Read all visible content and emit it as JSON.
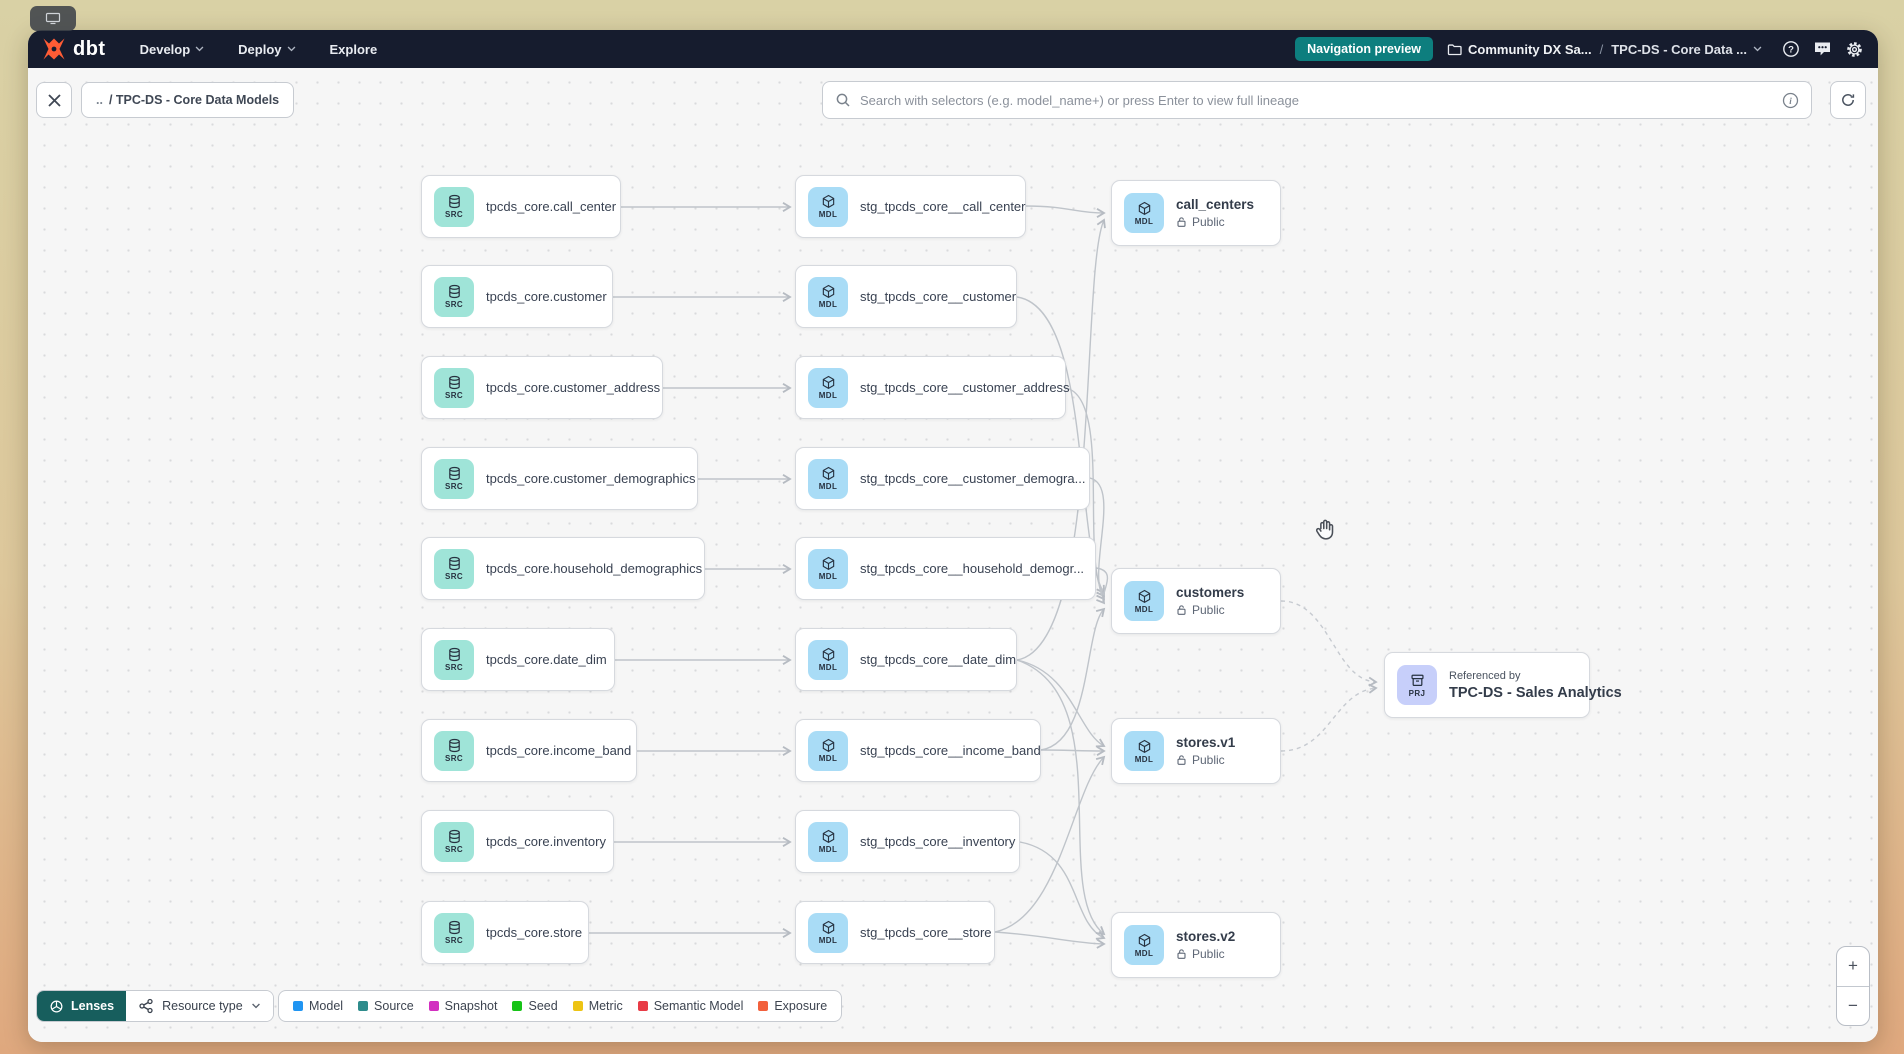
{
  "navbar": {
    "logo_text": "dbt",
    "menu": [
      {
        "label": "Develop"
      },
      {
        "label": "Deploy"
      },
      {
        "label": "Explore"
      }
    ],
    "preview_button": "Navigation preview",
    "breadcrumb": {
      "project": "Community DX Sa...",
      "separator": "/",
      "current": "TPC-DS - Core Data ..."
    }
  },
  "toolbar": {
    "back_chip_dots": "..",
    "back_chip_label": "/ TPC-DS - Core Data Models",
    "search_placeholder": "Search with selectors (e.g. model_name+) or press Enter to view full lineage"
  },
  "graph": {
    "source_badge": "SRC",
    "model_badge": "MDL",
    "project_badge": "PRJ",
    "access_label": "Public",
    "source_nodes": [
      {
        "label": "tpcds_core.call_center"
      },
      {
        "label": "tpcds_core.customer"
      },
      {
        "label": "tpcds_core.customer_address"
      },
      {
        "label": "tpcds_core.customer_demographics"
      },
      {
        "label": "tpcds_core.household_demographics"
      },
      {
        "label": "tpcds_core.date_dim"
      },
      {
        "label": "tpcds_core.income_band"
      },
      {
        "label": "tpcds_core.inventory"
      },
      {
        "label": "tpcds_core.store"
      }
    ],
    "staging_nodes": [
      {
        "label": "stg_tpcds_core__call_center"
      },
      {
        "label": "stg_tpcds_core__customer"
      },
      {
        "label": "stg_tpcds_core__customer_address"
      },
      {
        "label": "stg_tpcds_core__customer_demogra..."
      },
      {
        "label": "stg_tpcds_core__household_demogr..."
      },
      {
        "label": "stg_tpcds_core__date_dim"
      },
      {
        "label": "stg_tpcds_core__income_band"
      },
      {
        "label": "stg_tpcds_core__inventory"
      },
      {
        "label": "stg_tpcds_core__store"
      }
    ],
    "public_nodes": [
      {
        "label": "call_centers",
        "access": "Public"
      },
      {
        "label": "customers",
        "access": "Public"
      },
      {
        "label": "stores.v1",
        "access": "Public"
      },
      {
        "label": "stores.v2",
        "access": "Public"
      }
    ],
    "project_node": {
      "caption": "Referenced by",
      "label": "TPC-DS - Sales Analytics"
    }
  },
  "footer": {
    "lenses_label": "Lenses",
    "resource_type_label": "Resource type",
    "legend": [
      {
        "label": "Model",
        "color": "#2095f2"
      },
      {
        "label": "Source",
        "color": "#2e8c8c"
      },
      {
        "label": "Snapshot",
        "color": "#d22fc0"
      },
      {
        "label": "Seed",
        "color": "#17c317"
      },
      {
        "label": "Metric",
        "color": "#edc414"
      },
      {
        "label": "Semantic Model",
        "color": "#e83b46"
      },
      {
        "label": "Exposure",
        "color": "#f2603c"
      }
    ]
  },
  "zoom_controls": {
    "zoom_in": "+",
    "zoom_out": "−"
  },
  "colors": {
    "accent_teal": "#0d7e7e",
    "navbar_bg": "#161c2e",
    "brand_orange": "#ff5c35",
    "src_tile": "#9fe4d8",
    "mdl_tile": "#a9dcf6",
    "prj_tile": "#c7cffa"
  }
}
